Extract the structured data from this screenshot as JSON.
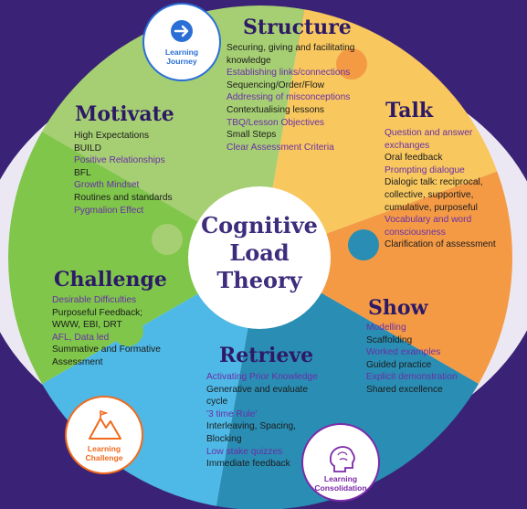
{
  "center": {
    "line1": "Cognitive",
    "line2": "Load",
    "line3": "Theory"
  },
  "colors": {
    "structure": "#f8c75e",
    "talk": "#f49a45",
    "show": "#2a8db3",
    "retrieve": "#4eb9e6",
    "challenge": "#7fc64a",
    "motivate": "#a6cf73",
    "title": "#2d1a66",
    "purple_item": "#6a2ea8"
  },
  "sections": {
    "structure": {
      "title": "Structure",
      "items": [
        {
          "text": "Securing, giving and facilitating knowledge",
          "color": "#1b1b1b"
        },
        {
          "text": "Establishing links/connections",
          "color": "#6a2ea8"
        },
        {
          "text": "Sequencing/Order/Flow",
          "color": "#1b1b1b"
        },
        {
          "text": "Addressing of misconceptions",
          "color": "#6a2ea8"
        },
        {
          "text": "Contextualising lessons",
          "color": "#1b1b1b"
        },
        {
          "text": "TBQ/Lesson Objectives",
          "color": "#6a2ea8"
        },
        {
          "text": "Small Steps",
          "color": "#1b1b1b"
        },
        {
          "text": "Clear Assessment Criteria",
          "color": "#6a2ea8"
        }
      ]
    },
    "talk": {
      "title": "Talk",
      "items": [
        {
          "text": "Question and answer exchanges",
          "color": "#6a2ea8"
        },
        {
          "text": "Oral feedback",
          "color": "#1b1b1b"
        },
        {
          "text": "Prompting dialogue",
          "color": "#6a2ea8"
        },
        {
          "text": "Dialogic talk: reciprocal, collective, supportive, cumulative, purposeful",
          "color": "#1b1b1b"
        },
        {
          "text": "Vocabulary and word consciousness",
          "color": "#6a2ea8"
        },
        {
          "text": "Clarification of assessment",
          "color": "#1b1b1b"
        }
      ]
    },
    "show": {
      "title": "Show",
      "items": [
        {
          "text": "Modelling",
          "color": "#6a2ea8"
        },
        {
          "text": "Scaffolding",
          "color": "#1b1b1b"
        },
        {
          "text": "Worked examples",
          "color": "#6a2ea8"
        },
        {
          "text": "Guided practice",
          "color": "#1b1b1b"
        },
        {
          "text": "Explicit demonstration",
          "color": "#6a2ea8"
        },
        {
          "text": "Shared excellence",
          "color": "#1b1b1b"
        }
      ]
    },
    "retrieve": {
      "title": "Retrieve",
      "items": [
        {
          "text": "Activating Prior Knowledge",
          "color": "#6a2ea8"
        },
        {
          "text": "Generative and evaluate cycle",
          "color": "#1b1b1b"
        },
        {
          "text": "'3 time Rule'",
          "color": "#6a2ea8"
        },
        {
          "text": "Interleaving, Spacing, Blocking",
          "color": "#1b1b1b"
        },
        {
          "text": "Low stake quizzes",
          "color": "#6a2ea8"
        },
        {
          "text": "Immediate feedback",
          "color": "#1b1b1b"
        }
      ]
    },
    "challenge": {
      "title": "Challenge",
      "items": [
        {
          "text": "Desirable Difficulties",
          "color": "#6a2ea8"
        },
        {
          "text": "Purposeful Feedback;",
          "color": "#1b1b1b"
        },
        {
          "text": "WWW, EBI, DRT",
          "color": "#1b1b1b"
        },
        {
          "text": "AFL, Data led",
          "color": "#6a2ea8"
        },
        {
          "text": "Summative and Formative Assessment",
          "color": "#1b1b1b"
        }
      ]
    },
    "motivate": {
      "title": "Motivate",
      "items": [
        {
          "text": "High Expectations",
          "color": "#1b1b1b"
        },
        {
          "text": "BUILD",
          "color": "#1b1b1b"
        },
        {
          "text": "Positive Relationships",
          "color": "#6a2ea8"
        },
        {
          "text": "BFL",
          "color": "#1b1b1b"
        },
        {
          "text": "Growth Mindset",
          "color": "#6a2ea8"
        },
        {
          "text": "Routines and standards",
          "color": "#1b1b1b"
        },
        {
          "text": "Pygmalion Effect",
          "color": "#6a2ea8"
        }
      ]
    }
  },
  "badges": {
    "journey": {
      "line1": "Learning",
      "line2": "Journey",
      "color": "#2a6fd6"
    },
    "challenge": {
      "line1": "Learning",
      "line2": "Challenge",
      "color": "#f06a1e"
    },
    "consolidation": {
      "line1": "Learning",
      "line2": "Consolidation",
      "color": "#7b2aa8"
    }
  }
}
